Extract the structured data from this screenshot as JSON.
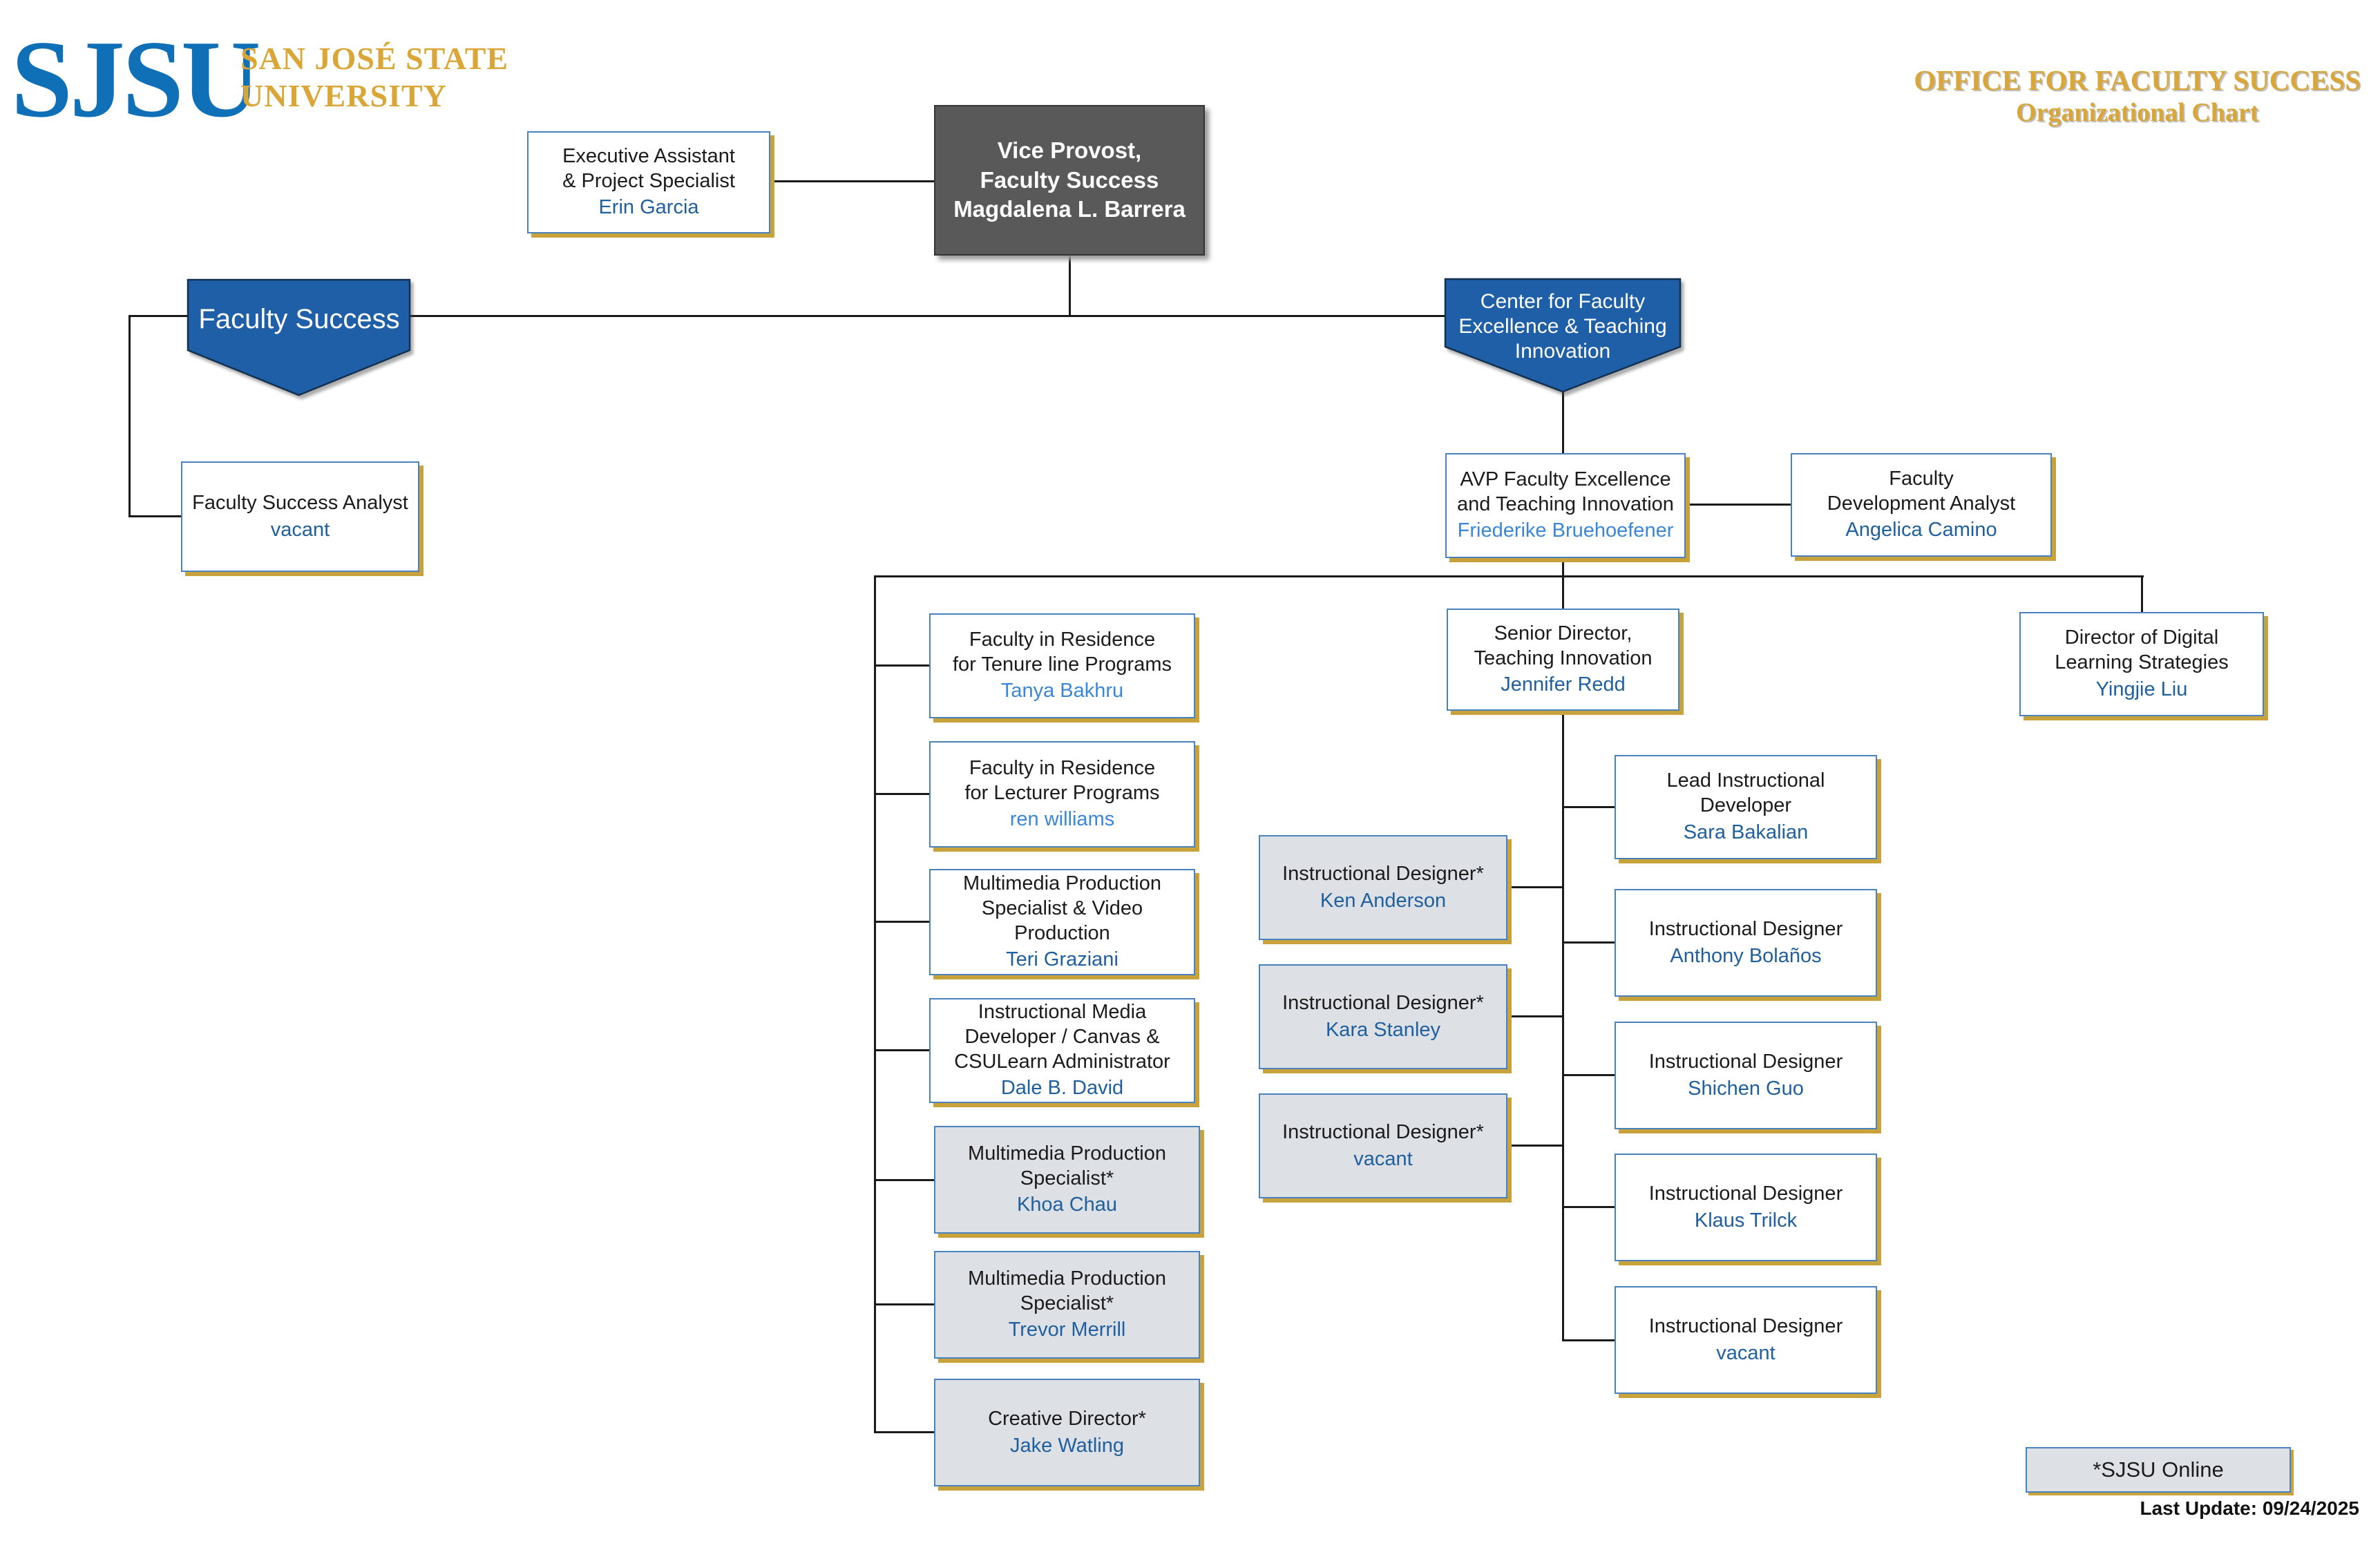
{
  "header": {
    "logo_acronym": "SJSU",
    "logo_wordmark": "SAN JOSÉ STATE\nUNIVERSITY",
    "title_line1": "OFFICE FOR FACULTY SUCCESS",
    "title_line2": "Organizational Chart"
  },
  "banners": {
    "faculty_success": "Faculty Success",
    "cfeti_line1": "Center for Faculty",
    "cfeti_line2": "Excellence & Teaching",
    "cfeti_line3": "Innovation"
  },
  "nodes": {
    "exec_assistant": {
      "title": "Executive Assistant\n& Project Specialist",
      "name": "Erin Garcia"
    },
    "vice_provost": {
      "title": "Vice Provost,\nFaculty Success",
      "name": "Magdalena L. Barrera"
    },
    "fs_analyst": {
      "title": "Faculty Success Analyst",
      "name": "vacant"
    },
    "avp": {
      "title": "AVP Faculty Excellence\nand Teaching Innovation",
      "name": "Friederike Bruehoefener"
    },
    "fd_analyst": {
      "title": "Faculty\nDevelopment Analyst",
      "name": "Angelica Camino"
    },
    "senior_director": {
      "title": "Senior Director,\nTeaching Innovation",
      "name": "Jennifer Redd"
    },
    "director_dls": {
      "title": "Director of Digital\nLearning Strategies",
      "name": "Yingjie Liu"
    },
    "fir_tenure": {
      "title": "Faculty in Residence\nfor Tenure line Programs",
      "name": "Tanya Bakhru"
    },
    "fir_lecturer": {
      "title": "Faculty in Residence\nfor Lecturer Programs",
      "name": "ren williams"
    },
    "multimedia_video": {
      "title": "Multimedia Production\nSpecialist & Video\nProduction",
      "name": "Teri Graziani"
    },
    "instr_media_dev": {
      "title": "Instructional Media\nDeveloper / Canvas &\nCSULearn Administrator",
      "name": "Dale B. David"
    },
    "mps_khoa": {
      "title": "Multimedia Production\nSpecialist*",
      "name": "Khoa Chau"
    },
    "mps_trevor": {
      "title": "Multimedia Production\nSpecialist*",
      "name": "Trevor Merrill"
    },
    "creative_director": {
      "title": "Creative Director*",
      "name": "Jake Watling"
    },
    "id_ken": {
      "title": "Instructional Designer*",
      "name": "Ken Anderson"
    },
    "id_kara": {
      "title": "Instructional Designer*",
      "name": "Kara Stanley"
    },
    "id_vacant_star": {
      "title": "Instructional Designer*",
      "name": "vacant"
    },
    "lead_id": {
      "title": "Lead Instructional\nDeveloper",
      "name": "Sara Bakalian"
    },
    "id_anthony": {
      "title": "Instructional Designer",
      "name": "Anthony Bolaños"
    },
    "id_shichen": {
      "title": "Instructional Designer",
      "name": "Shichen Guo"
    },
    "id_klaus": {
      "title": "Instructional Designer",
      "name": "Klaus Trilck"
    },
    "id_vacant": {
      "title": "Instructional Designer",
      "name": "vacant"
    }
  },
  "legend": {
    "label": "*SJSU Online"
  },
  "footer": {
    "last_update": "Last Update: 09/24/2025"
  },
  "colors": {
    "sjsu_blue": "#0f70b7",
    "sjsu_gold": "#d9a637",
    "banner_blue": "#1e5fa8",
    "box_border_blue": "#4a82c0",
    "box_shadow_gold": "#c8a33c",
    "gray_box_fill": "#dde1e6",
    "vice_provost_gray": "#595959",
    "name_link_blue": "#1f5f9f",
    "name_link_bright_blue": "#3a87d8",
    "connector_black": "#1a1a1a"
  }
}
